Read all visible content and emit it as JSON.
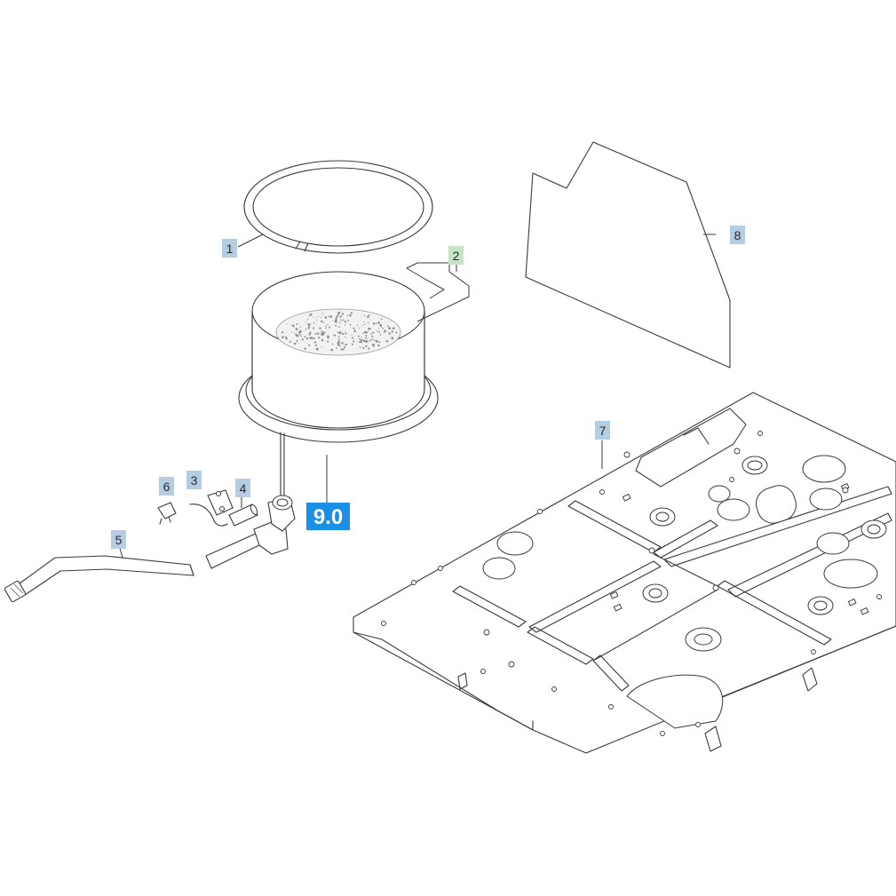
{
  "callouts": [
    {
      "id": "1",
      "label": "1",
      "style": "blue"
    },
    {
      "id": "2",
      "label": "2",
      "style": "green"
    },
    {
      "id": "3",
      "label": "3",
      "style": "blue"
    },
    {
      "id": "4",
      "label": "4",
      "style": "blue"
    },
    {
      "id": "5",
      "label": "5",
      "style": "blue"
    },
    {
      "id": "6",
      "label": "6",
      "style": "blue"
    },
    {
      "id": "7",
      "label": "7",
      "style": "blue"
    },
    {
      "id": "8",
      "label": "8",
      "style": "blue"
    }
  ],
  "assembly_label": "9.0",
  "colors": {
    "callout_blue": "#b4cde3",
    "callout_green": "#c3e5c3",
    "assembly_blue": "#1a8fe6",
    "line": "#3a3a3a"
  }
}
